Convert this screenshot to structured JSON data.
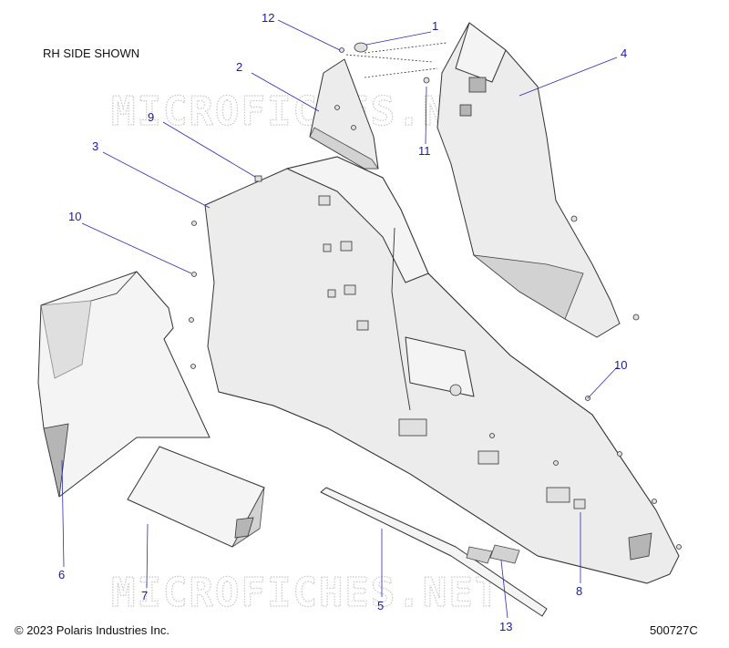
{
  "header": {
    "view_note": "RH SIDE SHOWN"
  },
  "watermark": {
    "text": "MICROFICHES.NET"
  },
  "callouts": [
    {
      "id": "1",
      "label": "1"
    },
    {
      "id": "2",
      "label": "2"
    },
    {
      "id": "3",
      "label": "3"
    },
    {
      "id": "4",
      "label": "4"
    },
    {
      "id": "5",
      "label": "5"
    },
    {
      "id": "6",
      "label": "6"
    },
    {
      "id": "7",
      "label": "7"
    },
    {
      "id": "8",
      "label": "8"
    },
    {
      "id": "9",
      "label": "9"
    },
    {
      "id": "10a",
      "label": "10"
    },
    {
      "id": "10b",
      "label": "10"
    },
    {
      "id": "11",
      "label": "11"
    },
    {
      "id": "12",
      "label": "12"
    },
    {
      "id": "13",
      "label": "13"
    }
  ],
  "footer": {
    "copyright": "© 2023 Polaris Industries Inc.",
    "diagram_code": "500727C"
  },
  "colors": {
    "callout": "#1a1aa8",
    "part_fill": "#ececec",
    "outline": "#333333"
  }
}
